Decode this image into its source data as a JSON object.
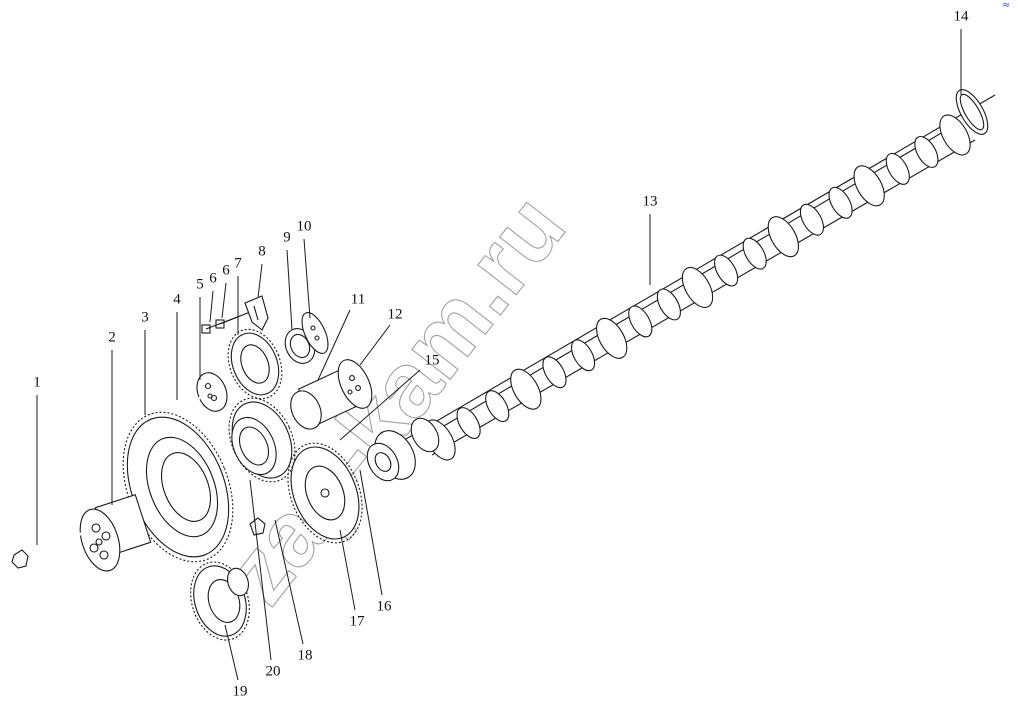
{
  "watermark": "zap-kam.ru",
  "corner_mark": "≈",
  "colors": {
    "ink": "#1a1a1a",
    "background": "#ffffff",
    "corner_mark": "#3355cc"
  },
  "callouts": [
    {
      "id": 1,
      "label": "1"
    },
    {
      "id": 2,
      "label": "2"
    },
    {
      "id": 3,
      "label": "3"
    },
    {
      "id": 4,
      "label": "4"
    },
    {
      "id": 5,
      "label": "5"
    },
    {
      "id": 6,
      "label": "6"
    },
    {
      "id": 7,
      "label": "6"
    },
    {
      "id": 8,
      "label": "7"
    },
    {
      "id": 9,
      "label": "8"
    },
    {
      "id": 10,
      "label": "9"
    },
    {
      "id": 11,
      "label": "10"
    },
    {
      "id": 12,
      "label": "11"
    },
    {
      "id": 13,
      "label": "12"
    },
    {
      "id": 14,
      "label": "15"
    },
    {
      "id": 15,
      "label": "13"
    },
    {
      "id": 16,
      "label": "14"
    },
    {
      "id": 17,
      "label": "16"
    },
    {
      "id": 18,
      "label": "17"
    },
    {
      "id": 19,
      "label": "18"
    },
    {
      "id": 20,
      "label": "19"
    },
    {
      "id": 21,
      "label": "20"
    }
  ]
}
